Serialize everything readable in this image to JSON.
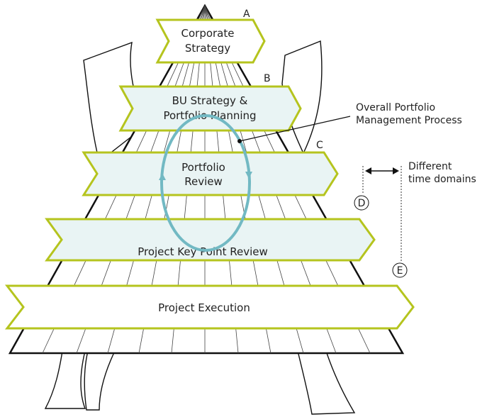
{
  "stages": {
    "corporate_strategy": [
      "Corporate",
      "Strategy"
    ],
    "bu_strategy": [
      "BU Strategy &",
      "Portfolio Planning"
    ],
    "portfolio_review": [
      "Portfolio",
      "Review"
    ],
    "key_point_review": "Project Key Point Review",
    "execution": "Project Execution"
  },
  "markers": {
    "a": "A",
    "b": "B",
    "c": "C",
    "d": "D",
    "e": "E"
  },
  "annotations": {
    "overall_process": [
      "Overall Portfolio",
      "Management Process"
    ],
    "time_domains": [
      "Different",
      "time domains"
    ]
  },
  "colors": {
    "chevron_stroke": "#b5c41e",
    "chevron_fill_light": "#e9f4f4",
    "chevron_fill_white": "#ffffff",
    "cycle": "#72b9c3",
    "lines": "#111111"
  }
}
